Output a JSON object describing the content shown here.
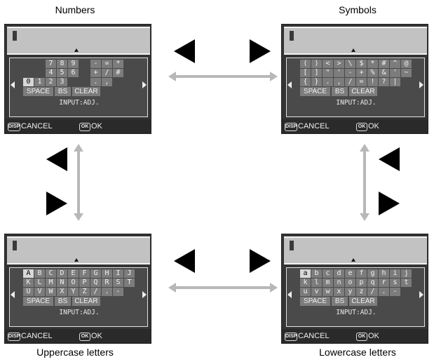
{
  "captions": {
    "numbers": "Numbers",
    "symbols": "Symbols",
    "uppercase": "Uppercase letters",
    "lowercase": "Lowercase letters"
  },
  "common": {
    "func_keys": [
      "SPACE",
      "BS",
      "CLEAR"
    ],
    "input_label": "INPUT:ADJ.",
    "disp_icon": "DISP",
    "cancel_label": "CANCEL",
    "ok_icon": "OK",
    "ok_label": "OK"
  },
  "screens": {
    "numbers": {
      "rows": [
        [
          "",
          "",
          "7",
          "8",
          "9",
          "",
          "-",
          "=",
          "*",
          ""
        ],
        [
          "",
          "",
          "4",
          "5",
          "6",
          "",
          "+",
          "/",
          "#",
          ""
        ],
        [
          "0",
          "1",
          "2",
          "3",
          "",
          "",
          ".",
          ",",
          "",
          ""
        ]
      ],
      "selected": [
        2,
        0
      ]
    },
    "symbols": {
      "rows": [
        [
          "(",
          ")",
          "<",
          ">",
          "\\",
          "$",
          "*",
          "#",
          "^",
          "@"
        ],
        [
          "[",
          "]",
          "\"",
          "'",
          "-",
          "+",
          "%",
          "&",
          "'",
          "~"
        ],
        [
          "{",
          "}",
          ".",
          ",",
          "/",
          "=",
          "!",
          "?",
          "|",
          ""
        ]
      ],
      "selected": null
    },
    "uppercase": {
      "rows": [
        [
          "A",
          "B",
          "C",
          "D",
          "E",
          "F",
          "G",
          "H",
          "I",
          "J"
        ],
        [
          "K",
          "L",
          "M",
          "N",
          "O",
          "P",
          "Q",
          "R",
          "S",
          "T"
        ],
        [
          "U",
          "V",
          "W",
          "X",
          "Y",
          "Z",
          "/",
          ".",
          "-",
          ""
        ]
      ],
      "selected": [
        0,
        0
      ]
    },
    "lowercase": {
      "rows": [
        [
          "a",
          "b",
          "c",
          "d",
          "e",
          "f",
          "g",
          "h",
          "i",
          "j"
        ],
        [
          "k",
          "l",
          "m",
          "n",
          "o",
          "p",
          "q",
          "r",
          "s",
          "t"
        ],
        [
          "u",
          "v",
          "w",
          "x",
          "y",
          "z",
          "/",
          ".",
          "-",
          ""
        ]
      ],
      "selected": [
        0,
        0
      ]
    }
  },
  "colors": {
    "screen_bg": "#343434",
    "key_bg": "#7c7c7c",
    "selected_key_bg": "#d8d8d8",
    "arrow_gray": "#b8b8b8"
  }
}
